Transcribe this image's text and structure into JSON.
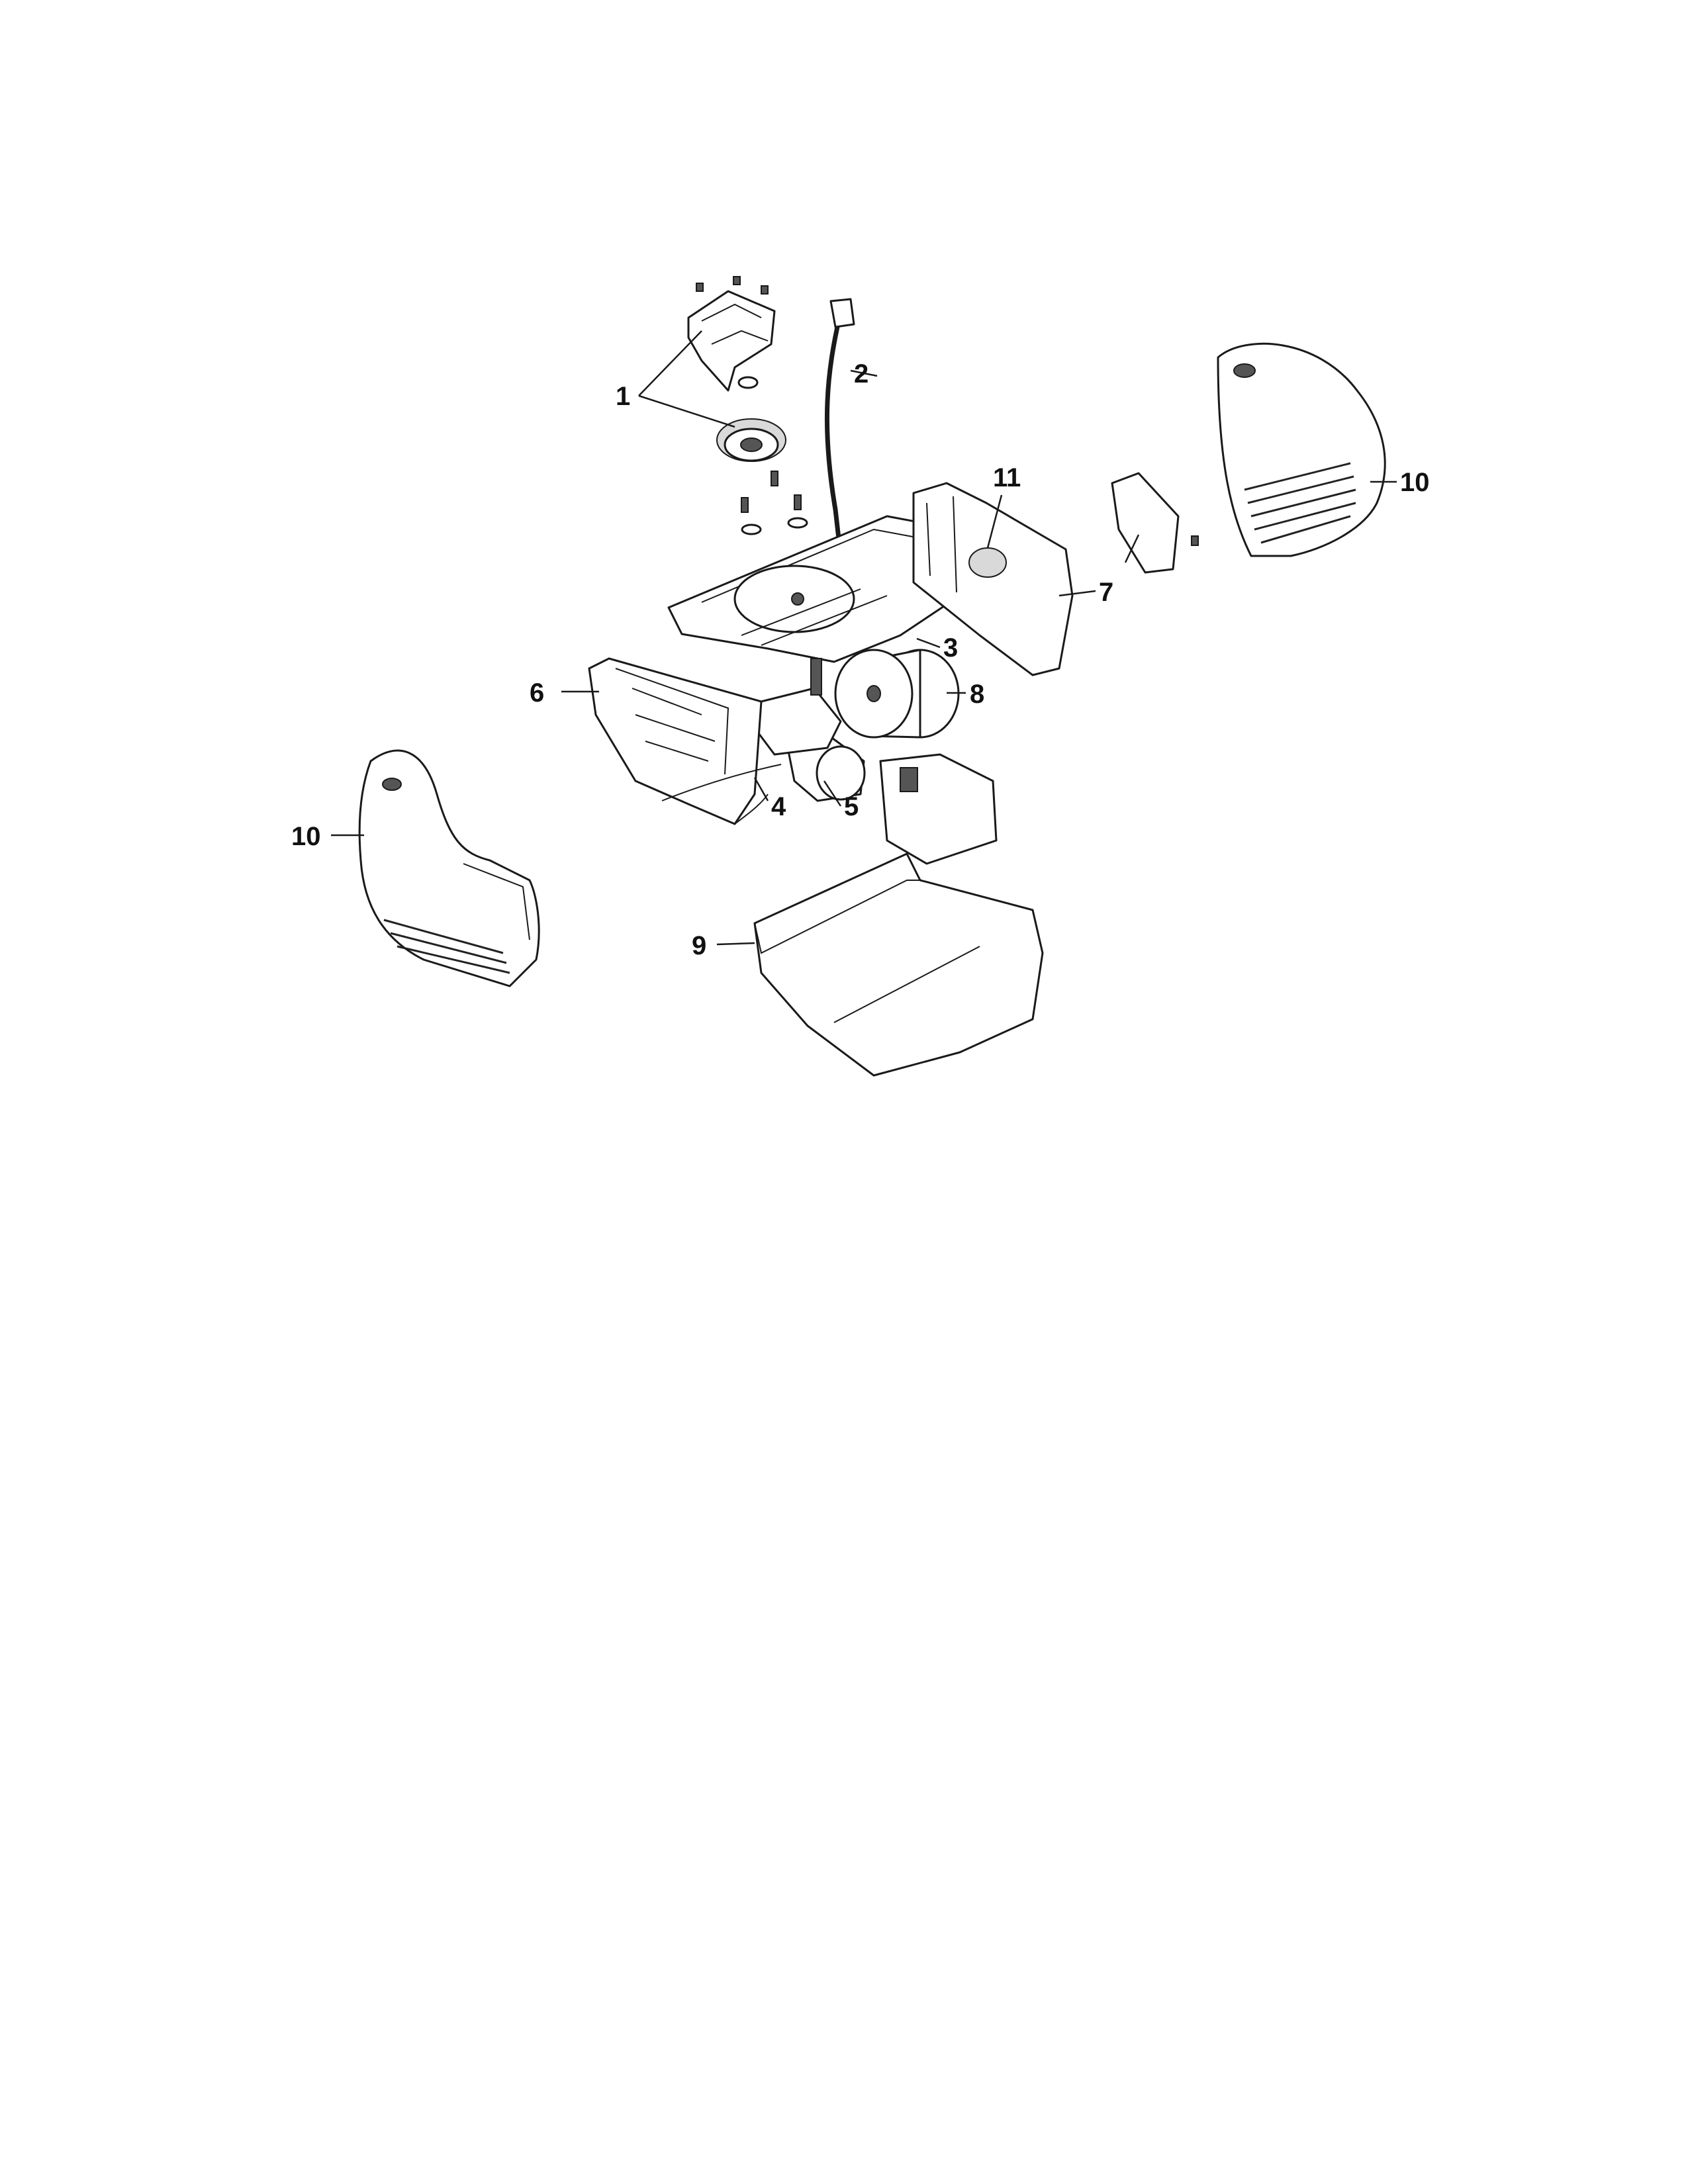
{
  "callouts": {
    "c1": "1",
    "c2": "2",
    "c3": "3",
    "c4": "4",
    "c5": "5",
    "c6": "6",
    "c7": "7",
    "c8": "8",
    "c9": "9",
    "c10_right": "10",
    "c10_left": "10",
    "c11": "11"
  }
}
